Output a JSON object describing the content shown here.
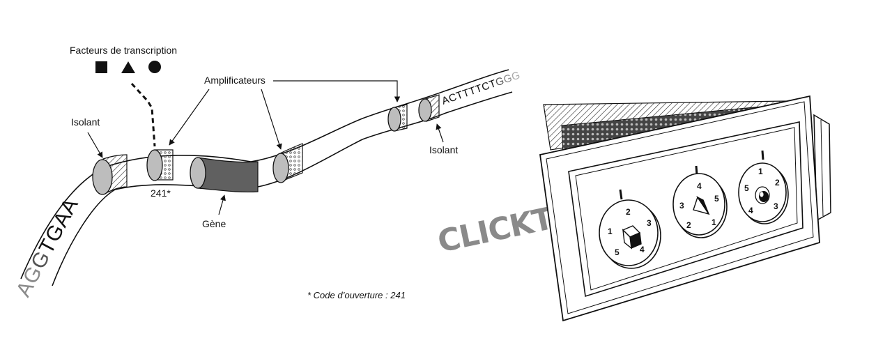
{
  "labels": {
    "transcription_factors": "Facteurs de transcription",
    "enhancers": "Amplificateurs",
    "insulator_left": "Isolant",
    "insulator_right": "Isolant",
    "code_mark": "241*",
    "gene": "Gène",
    "footnote": "* Code d’ouverture : 241",
    "sound": "CLICKT!"
  },
  "sequence_left": [
    "A",
    "G",
    "G",
    "T",
    "G",
    "A",
    "A"
  ],
  "sequence_right": [
    "A",
    "C",
    "T",
    "T",
    "T",
    "T",
    "C",
    "T",
    "G",
    "G",
    "G"
  ],
  "factor_shapes": [
    "square-icon",
    "triangle-icon",
    "circle-icon"
  ],
  "dials": [
    {
      "numbers": [
        "1",
        "2",
        "3",
        "4",
        "5"
      ],
      "knob": "cube-icon"
    },
    {
      "numbers": [
        "4",
        "5",
        "1",
        "2",
        "3"
      ],
      "knob": "triangle-icon"
    },
    {
      "numbers": [
        "1",
        "2",
        "3",
        "4",
        "5"
      ],
      "knob": "circle-icon"
    }
  ],
  "colors": {
    "gene_fill": "#606060",
    "sequence_gray": "#8a8a8a",
    "line": "#111111",
    "sound_gray": "#8a8a8a"
  }
}
